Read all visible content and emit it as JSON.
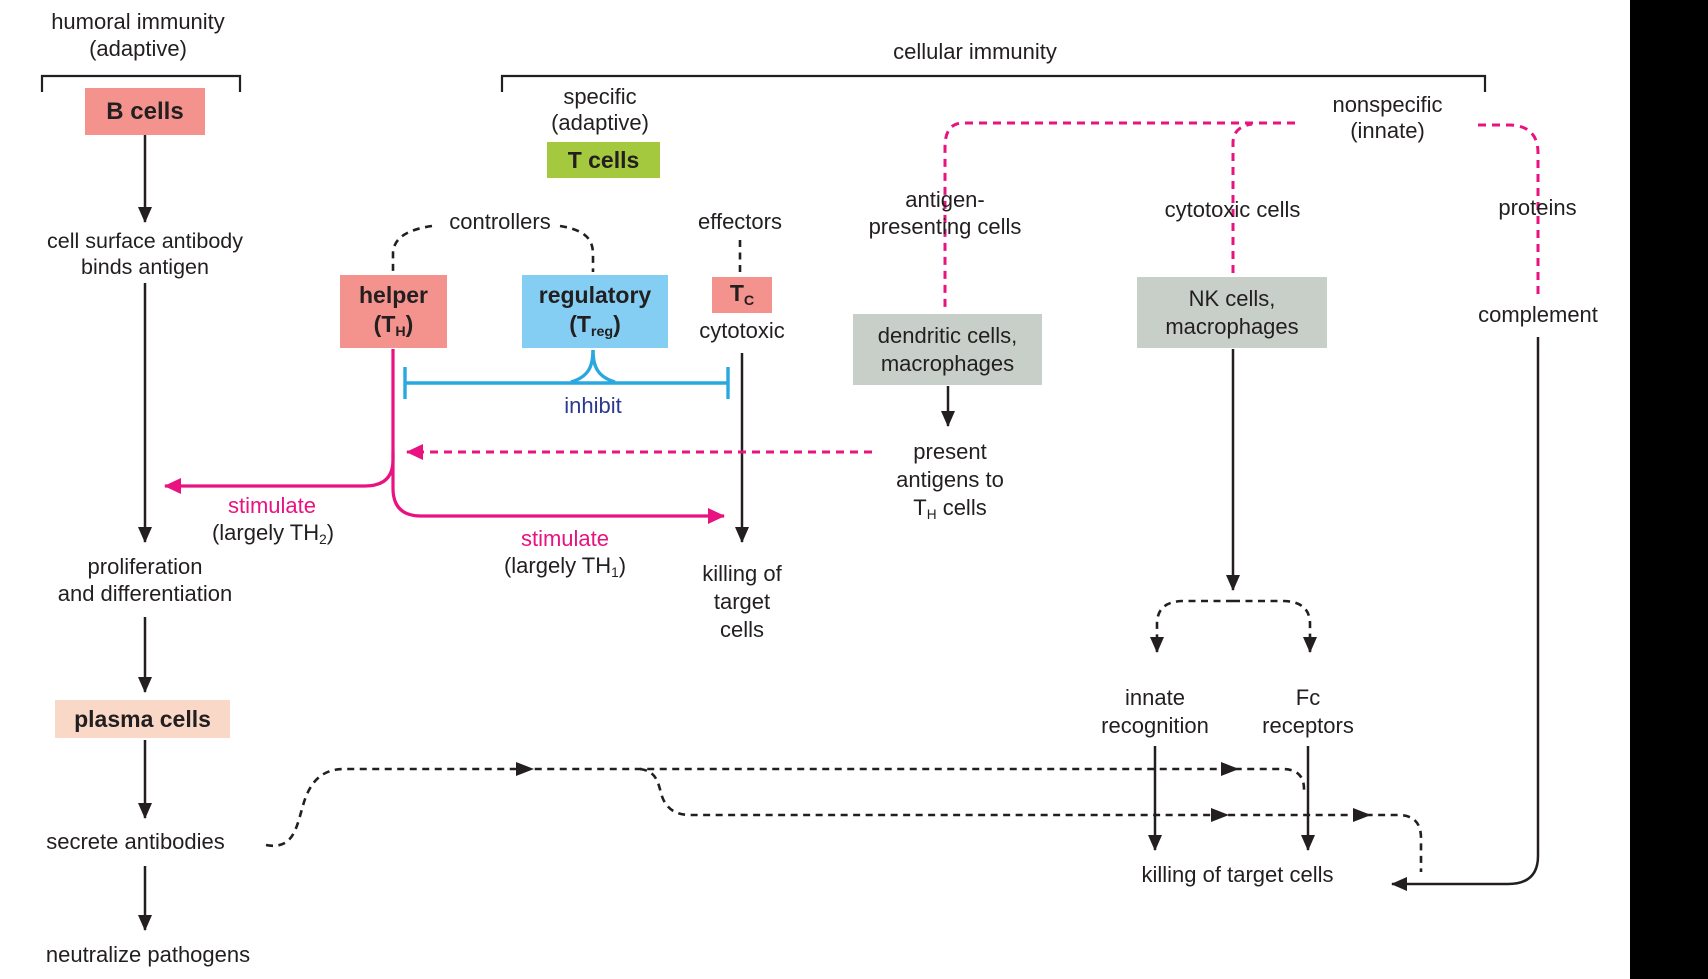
{
  "palette": {
    "pink_box": "#F4938E",
    "peach_box": "#FAD8C7",
    "green_box": "#A5C93E",
    "blue_box": "#84CEF3",
    "grey_box": "#C8CFC8",
    "magenta_line": "#E81380",
    "blue_line": "#29A8E0",
    "navy_text": "#2B3990",
    "ink": "#231F20",
    "background": "#FFFFFF"
  },
  "humoral": {
    "title_line1": "humoral immunity",
    "title_line2": "(adaptive)",
    "b_cells": "B cells",
    "bind_line1": "cell surface antibody",
    "bind_line2": "binds antigen",
    "prolif_line1": "proliferation",
    "prolif_line2": "and differentiation",
    "plasma_cells": "plasma cells",
    "secrete": "secrete antibodies",
    "neutralize": "neutralize pathogens"
  },
  "cellular": {
    "title": "cellular immunity",
    "specific_line1": "specific",
    "specific_line2": "(adaptive)",
    "t_cells": "T cells",
    "nonspecific_line1": "nonspecific",
    "nonspecific_line2": "(innate)"
  },
  "tcells": {
    "controllers": "controllers",
    "effectors": "effectors",
    "helper_line1": "helper",
    "helper_pre": "(T",
    "helper_sub": "H",
    "helper_post": ")",
    "reg_line1": "regulatory",
    "reg_pre": "(T",
    "reg_sub": "reg",
    "reg_post": ")",
    "tc_pre": "T",
    "tc_sub": "C",
    "cytotoxic": "cytotoxic",
    "inhibit": "inhibit",
    "stim_left": "stimulate",
    "stim_left_pre": "(largely TH",
    "stim_left_sub": "2",
    "stim_left_post": ")",
    "stim_right": "stimulate",
    "stim_right_pre": "(largely TH",
    "stim_right_sub": "1",
    "stim_right_post": ")",
    "killing_line1": "killing of",
    "killing_line2": "target",
    "killing_line3": "cells"
  },
  "innate": {
    "apc_line1": "antigen-",
    "apc_line2": "presenting cells",
    "dendritic_line1": "dendritic cells,",
    "dendritic_line2": "macrophages",
    "present_line1": "present",
    "present_line2": "antigens to",
    "present_pre": "T",
    "present_sub": "H",
    "present_post": " cells",
    "cytotoxic_cells": "cytotoxic cells",
    "nk_line1": "NK cells,",
    "nk_line2": "macrophages",
    "recognition_line1": "innate",
    "recognition_line2": "recognition",
    "fc_line1": "Fc",
    "fc_line2": "receptors",
    "killing": "killing of target cells",
    "proteins": "proteins",
    "complement": "complement"
  }
}
